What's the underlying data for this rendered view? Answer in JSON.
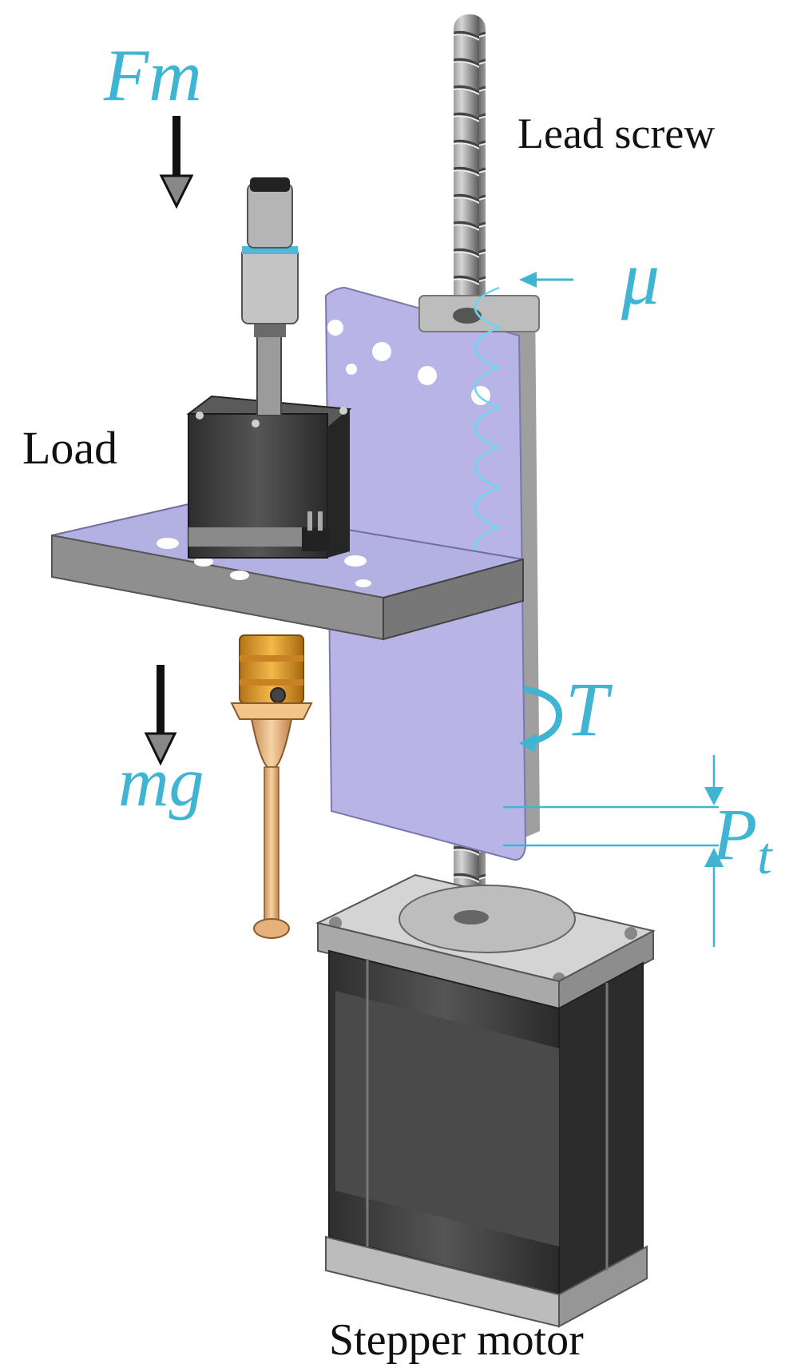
{
  "labels": {
    "lead_screw": "Lead screw",
    "load": "Load",
    "stepper_motor": "Stepper motor",
    "fm": "Fm",
    "mg": "mg",
    "mu": "μ",
    "torque": "T",
    "pitch_main": "P",
    "pitch_sub": "t"
  },
  "colors": {
    "annotation_blue": "#3fb4d3",
    "plate_lavender": "#b8b4e6",
    "motor_dark": "#3a3a3a",
    "motor_light": "#c8c8c8",
    "arrow_black": "#111111",
    "brass": "#e0a13a"
  }
}
